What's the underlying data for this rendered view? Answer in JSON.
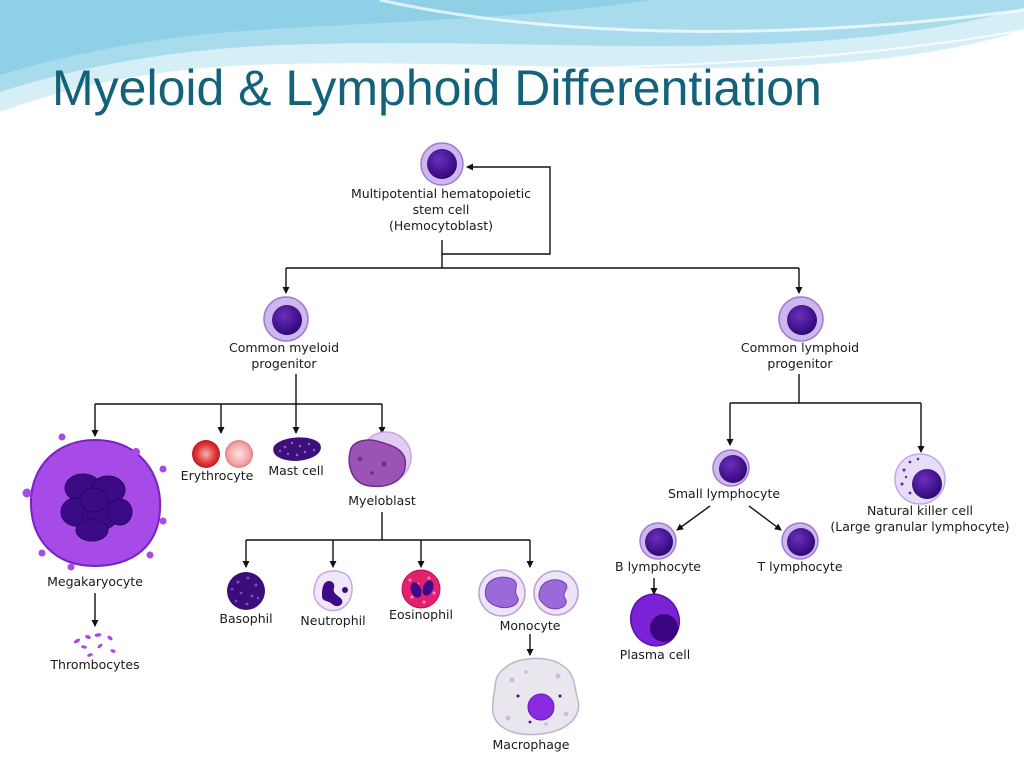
{
  "slide": {
    "title": "Myeloid & Lymphoid Differentiation"
  },
  "colors": {
    "title": "#14627a",
    "banner_light": "#d4eef6",
    "banner_mid": "#8fd0e6",
    "cell_outer": "#cfb7ee",
    "cell_nucleus": "#3f0a8a",
    "megakaryocyte": "#a64be8",
    "erythrocyte": "#dd1f27",
    "eosinophil_granules": "#e3206e"
  },
  "diagram": {
    "stem_cell": {
      "line1": "Multipotential hematopoietic",
      "line2": "stem cell",
      "line3": "(Hemocytoblast)"
    },
    "myeloid_progenitor": {
      "line1": "Common myeloid",
      "line2": "progenitor"
    },
    "lymphoid_progenitor": {
      "line1": "Common lymphoid",
      "line2": "progenitor"
    },
    "megakaryocyte": "Megakaryocyte",
    "thrombocytes": "Thrombocytes",
    "erythrocyte": "Erythrocyte",
    "mast_cell": "Mast cell",
    "myeloblast": "Myeloblast",
    "basophil": "Basophil",
    "neutrophil": "Neutrophil",
    "eosinophil": "Eosinophil",
    "monocyte": "Monocyte",
    "macrophage": "Macrophage",
    "small_lymphocyte": "Small lymphocyte",
    "natural_killer": {
      "line1": "Natural killer cell",
      "line2": "(Large granular lymphocyte)"
    },
    "b_lymphocyte": "B lymphocyte",
    "t_lymphocyte": "T lymphocyte",
    "plasma_cell": "Plasma cell"
  }
}
